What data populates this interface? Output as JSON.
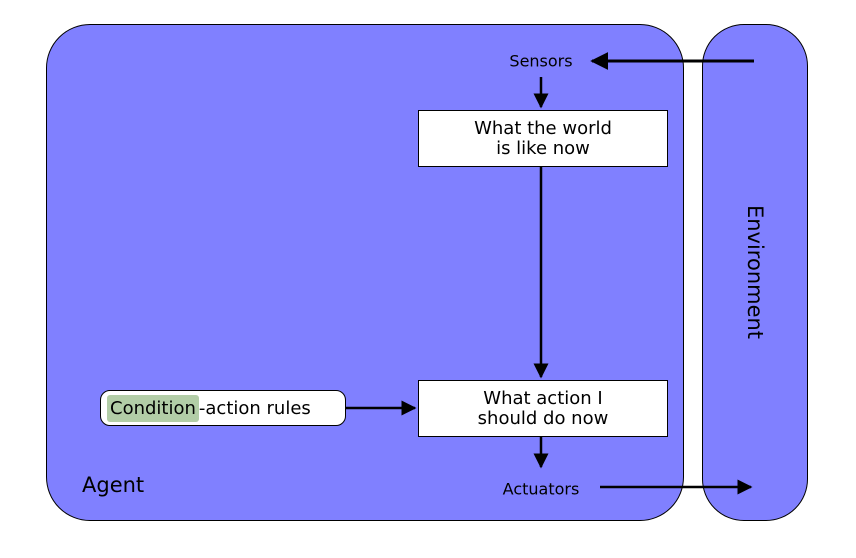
{
  "colors": {
    "agent_fill": "#8080ff",
    "environment_fill": "#8080ff",
    "box_fill": "#ffffff",
    "highlight": "#b2cda7",
    "stroke": "#000000"
  },
  "labels": {
    "sensors": "Sensors",
    "actuators": "Actuators",
    "agent": "Agent",
    "environment": "Environment"
  },
  "boxes": {
    "world_state": {
      "line1": "What the world",
      "line2": "is like now"
    },
    "action": {
      "line1": "What action I",
      "line2": "should do now"
    }
  },
  "rules": {
    "highlight": "Condition",
    "rest": "-action rules"
  }
}
